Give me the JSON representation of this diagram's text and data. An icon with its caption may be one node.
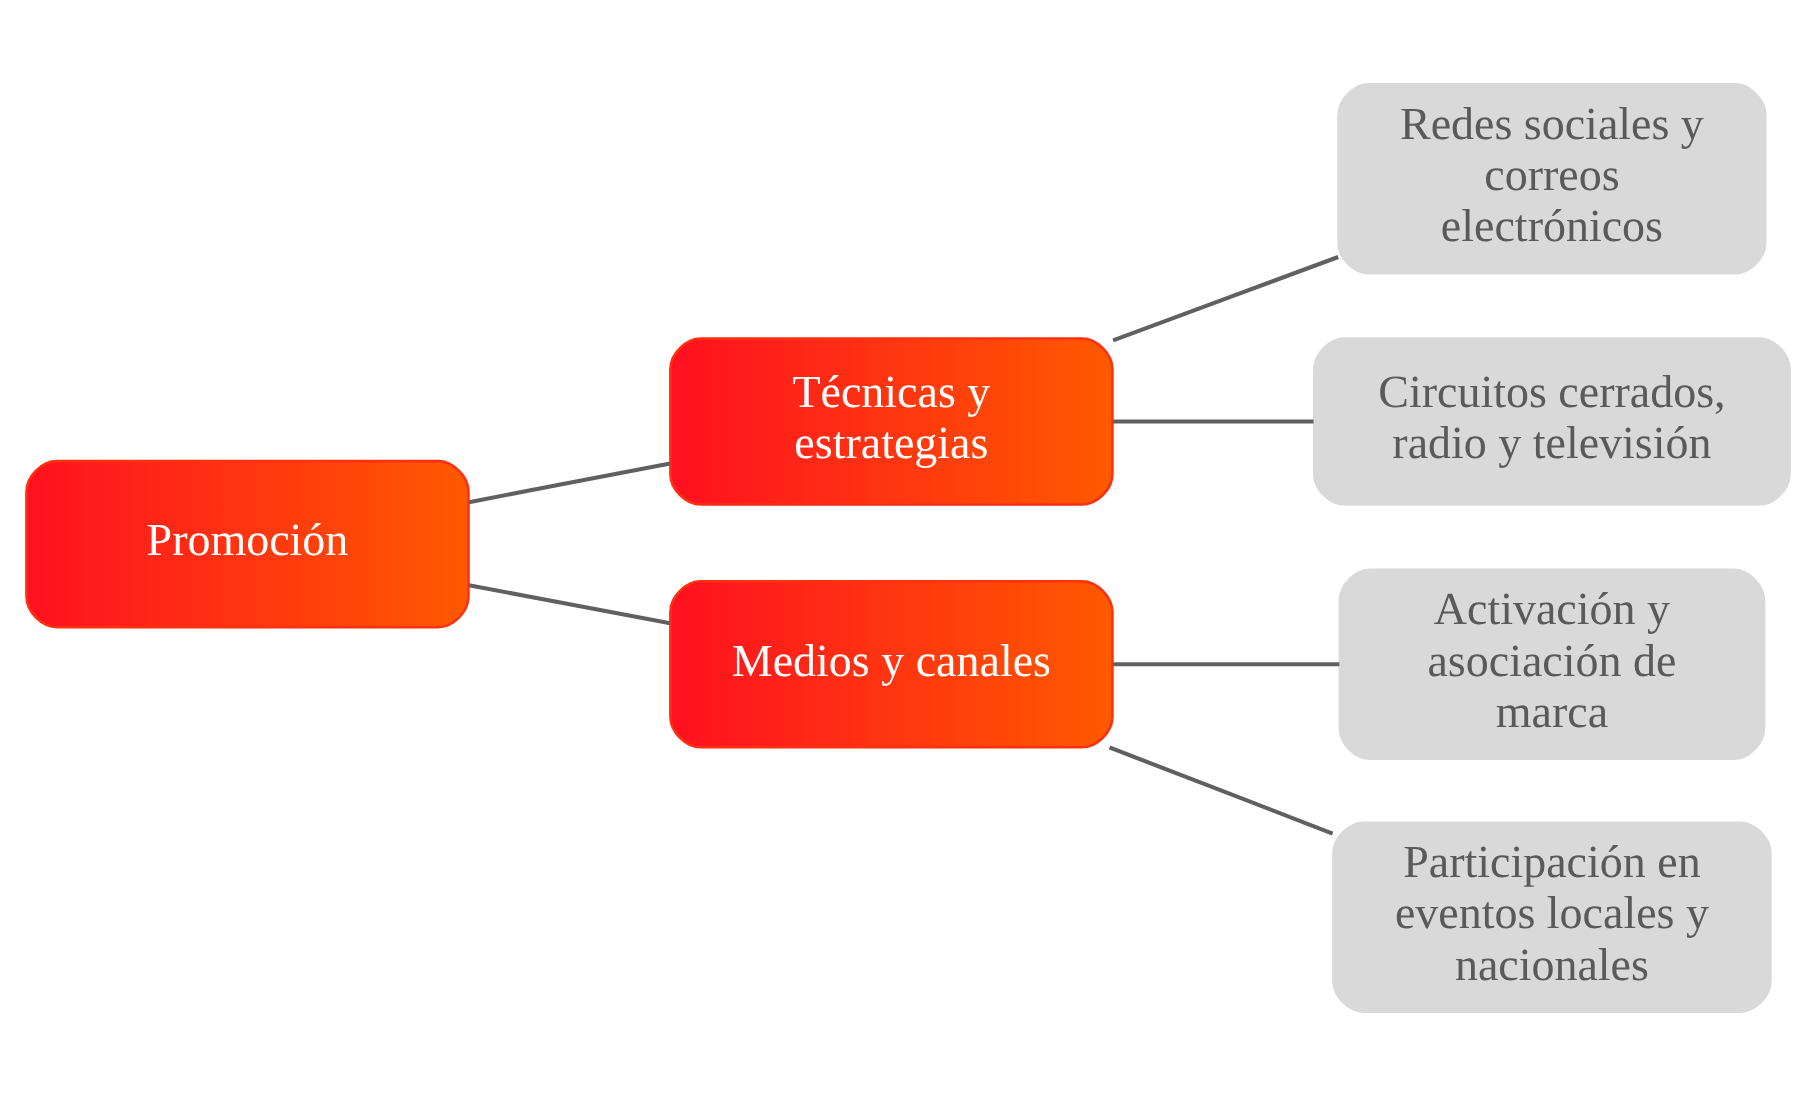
{
  "diagram": {
    "nodes": [
      {
        "text": [
          "Promoción"
        ]
      },
      {
        "text": [
          "Técnicas y estrategias"
        ]
      },
      {
        "text": [
          "Medios y canales"
        ]
      },
      {
        "text": [
          "Redes sociales y correos electrónicos"
        ]
      },
      {
        "text": [
          "Circuitos cerrados, radio y televisión"
        ]
      },
      {
        "text": [
          "Activación y asociación de marca"
        ]
      },
      {
        "text": [
          "Participación en eventos locales y nacionales"
        ]
      }
    ],
    "edges": [
      {
        "from": 0,
        "to": 1,
        "arrow": "none"
      },
      {
        "from": 0,
        "to": 2,
        "arrow": "none"
      },
      {
        "from": 1,
        "to": 3,
        "arrow": "none"
      },
      {
        "from": 1,
        "to": 4,
        "arrow": "none"
      },
      {
        "from": 2,
        "to": 5,
        "arrow": "none"
      },
      {
        "from": 2,
        "to": 6,
        "arrow": "none"
      }
    ]
  }
}
